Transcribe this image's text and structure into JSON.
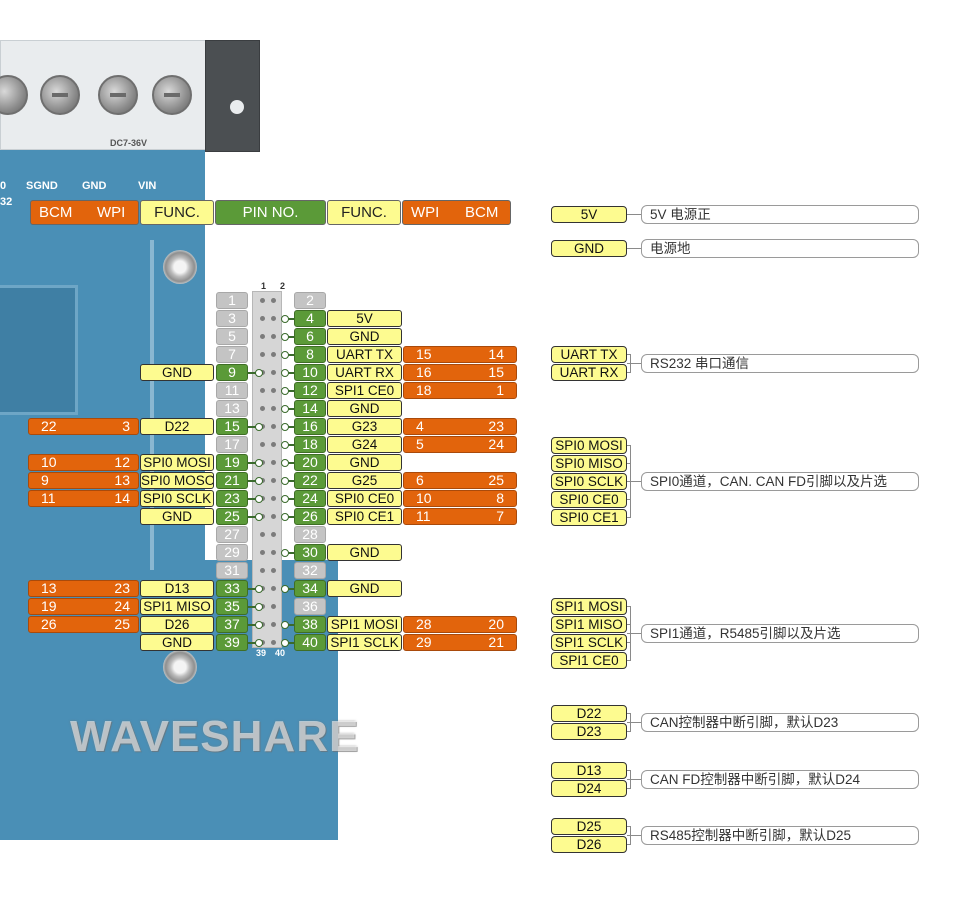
{
  "board": {
    "terminal_labels": [
      "SGND",
      "GND",
      "VIN"
    ],
    "left_marks": [
      "0",
      "32"
    ],
    "dc_text": "DC7-36V",
    "header_numbers": {
      "top": [
        "1",
        "2"
      ],
      "bottom": [
        "39",
        "40"
      ]
    },
    "watermark": "WAVESHARE"
  },
  "column_headers": {
    "bcm_left": "BCM",
    "wpi_left": "WPI",
    "func_left": "FUNC.",
    "pin_no": "PIN NO.",
    "func_right": "FUNC.",
    "wpi_right": "WPI",
    "bcm_right": "BCM"
  },
  "pins": [
    {
      "pin": "1",
      "odd": true,
      "active": false
    },
    {
      "pin": "2",
      "odd": false,
      "active": false
    },
    {
      "pin": "3",
      "odd": true,
      "active": false
    },
    {
      "pin": "4",
      "odd": false,
      "active": true,
      "func": "5V"
    },
    {
      "pin": "5",
      "odd": true,
      "active": false
    },
    {
      "pin": "6",
      "odd": false,
      "active": true,
      "func": "GND"
    },
    {
      "pin": "7",
      "odd": true,
      "active": false
    },
    {
      "pin": "8",
      "odd": false,
      "active": true,
      "func": "UART TX",
      "wpi": "15",
      "bcm": "14"
    },
    {
      "pin": "9",
      "odd": true,
      "active": true,
      "func": "GND"
    },
    {
      "pin": "10",
      "odd": false,
      "active": true,
      "func": "UART RX",
      "wpi": "16",
      "bcm": "15"
    },
    {
      "pin": "11",
      "odd": true,
      "active": false
    },
    {
      "pin": "12",
      "odd": false,
      "active": true,
      "func": "SPI1 CE0",
      "wpi": "18",
      "bcm": "1"
    },
    {
      "pin": "13",
      "odd": true,
      "active": false
    },
    {
      "pin": "14",
      "odd": false,
      "active": true,
      "func": "GND"
    },
    {
      "pin": "15",
      "odd": true,
      "active": true,
      "func": "D22",
      "wpi": "3",
      "bcm": "22"
    },
    {
      "pin": "16",
      "odd": false,
      "active": true,
      "func": "G23",
      "wpi": "4",
      "bcm": "23"
    },
    {
      "pin": "17",
      "odd": true,
      "active": false
    },
    {
      "pin": "18",
      "odd": false,
      "active": true,
      "func": "G24",
      "wpi": "5",
      "bcm": "24"
    },
    {
      "pin": "19",
      "odd": true,
      "active": true,
      "func": "SPI0 MOSI",
      "wpi": "12",
      "bcm": "10"
    },
    {
      "pin": "20",
      "odd": false,
      "active": true,
      "func": "GND"
    },
    {
      "pin": "21",
      "odd": true,
      "active": true,
      "func": "SPI0 MOSO",
      "wpi": "13",
      "bcm": "9"
    },
    {
      "pin": "22",
      "odd": false,
      "active": true,
      "func": "G25",
      "wpi": "6",
      "bcm": "25"
    },
    {
      "pin": "23",
      "odd": true,
      "active": true,
      "func": "SPI0 SCLK",
      "wpi": "14",
      "bcm": "11"
    },
    {
      "pin": "24",
      "odd": false,
      "active": true,
      "func": "SPI0 CE0",
      "wpi": "10",
      "bcm": "8"
    },
    {
      "pin": "25",
      "odd": true,
      "active": true,
      "func": "GND"
    },
    {
      "pin": "26",
      "odd": false,
      "active": true,
      "func": "SPI0 CE1",
      "wpi": "11",
      "bcm": "7"
    },
    {
      "pin": "27",
      "odd": true,
      "active": false
    },
    {
      "pin": "28",
      "odd": false,
      "active": false
    },
    {
      "pin": "29",
      "odd": true,
      "active": false
    },
    {
      "pin": "30",
      "odd": false,
      "active": true,
      "func": "GND"
    },
    {
      "pin": "31",
      "odd": true,
      "active": false
    },
    {
      "pin": "32",
      "odd": false,
      "active": false
    },
    {
      "pin": "33",
      "odd": true,
      "active": true,
      "func": "D13",
      "wpi": "23",
      "bcm": "13"
    },
    {
      "pin": "34",
      "odd": false,
      "active": true,
      "func": "GND"
    },
    {
      "pin": "35",
      "odd": true,
      "active": true,
      "func": "SPI1 MISO",
      "wpi": "24",
      "bcm": "19"
    },
    {
      "pin": "36",
      "odd": false,
      "active": false
    },
    {
      "pin": "37",
      "odd": true,
      "active": true,
      "func": "D26",
      "wpi": "25",
      "bcm": "26"
    },
    {
      "pin": "38",
      "odd": false,
      "active": true,
      "func": "SPI1 MOSI",
      "wpi": "28",
      "bcm": "20"
    },
    {
      "pin": "39",
      "odd": true,
      "active": true,
      "func": "GND"
    },
    {
      "pin": "40",
      "odd": false,
      "active": true,
      "func": "SPI1 SCLK",
      "wpi": "29",
      "bcm": "21"
    }
  ],
  "legend": [
    {
      "tags": [
        "5V"
      ],
      "desc": "5V 电源正"
    },
    {
      "tags": [
        "GND"
      ],
      "desc": "电源地"
    },
    {
      "tags": [
        "UART TX",
        "UART RX"
      ],
      "desc": "RS232 串口通信"
    },
    {
      "tags": [
        "SPI0 MOSI",
        "SPI0 MISO",
        "SPI0 SCLK",
        "SPI0 CE0",
        "SPI0 CE1"
      ],
      "desc": "SPI0通道，CAN. CAN FD引脚以及片选"
    },
    {
      "tags": [
        "SPI1 MOSI",
        "SPI1 MISO",
        "SPI1 SCLK",
        "SPI1 CE0"
      ],
      "desc": "SPI1通道，R5485引脚以及片选"
    },
    {
      "tags": [
        "D22",
        "D23"
      ],
      "desc": "CAN控制器中断引脚，默认D23"
    },
    {
      "tags": [
        "D13",
        "D24"
      ],
      "desc": "CAN FD控制器中断引脚，默认D24"
    },
    {
      "tags": [
        "D25",
        "D26"
      ],
      "desc": "RS485控制器中断引脚，默认D25"
    }
  ],
  "colors": {
    "pin_green": "#5b9a38",
    "func_yellow": "#fdfb90",
    "gpio_orange": "#e2640c",
    "inactive_gray": "#c4c4c4",
    "board_blue": "#4a8fb6"
  }
}
